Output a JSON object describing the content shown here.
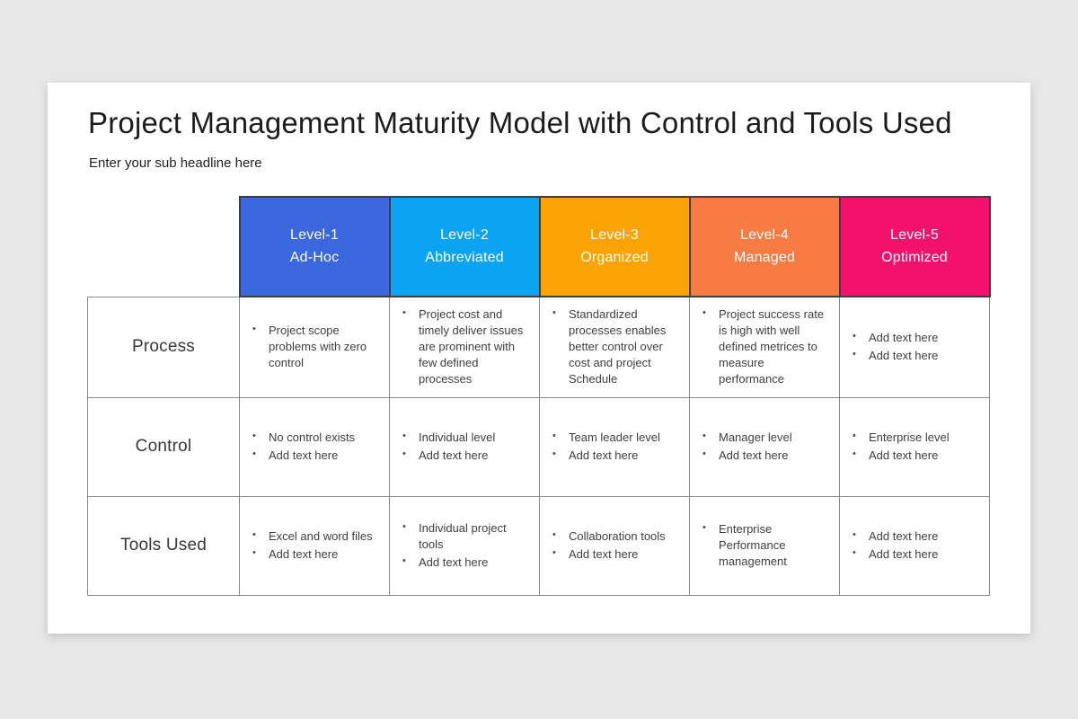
{
  "page": {
    "title": "Project Management Maturity Model with Control and Tools Used",
    "subtitle": "Enter your sub headline here"
  },
  "table": {
    "columns": [
      {
        "label": "Level-1",
        "sublabel": "Ad-Hoc",
        "color": "#3b68de"
      },
      {
        "label": "Level-2",
        "sublabel": "Abbreviated",
        "color": "#0ba4f2"
      },
      {
        "label": "Level-3",
        "sublabel": "Organized",
        "color": "#fba303"
      },
      {
        "label": "Level-4",
        "sublabel": "Managed",
        "color": "#f97b44"
      },
      {
        "label": "Level-5",
        "sublabel": "Optimized",
        "color": "#f2116b"
      }
    ],
    "rows": [
      {
        "label": "Process",
        "cells": [
          {
            "bullets": [
              "Project scope problems with zero control"
            ]
          },
          {
            "bullets": [
              "Project cost and timely deliver issues are prominent with few defined processes"
            ]
          },
          {
            "bullets": [
              "Standardized processes enables better control over cost and project Schedule"
            ]
          },
          {
            "bullets": [
              "Project success rate is high with well defined metrices to measure performance"
            ]
          },
          {
            "bullets": [
              "Add text here",
              "Add text here"
            ]
          }
        ]
      },
      {
        "label": "Control",
        "cells": [
          {
            "bullets": [
              "No control exists",
              "Add text here"
            ]
          },
          {
            "bullets": [
              "Individual level",
              "Add text here"
            ]
          },
          {
            "bullets": [
              "Team leader level",
              "Add text here"
            ]
          },
          {
            "bullets": [
              "Manager level",
              "Add text here"
            ]
          },
          {
            "bullets": [
              "Enterprise level",
              "Add text here"
            ]
          }
        ]
      },
      {
        "label": "Tools Used",
        "cells": [
          {
            "bullets": [
              "Excel and word files",
              "Add text here"
            ]
          },
          {
            "bullets": [
              "Individual project tools",
              "Add text here"
            ]
          },
          {
            "bullets": [
              "Collaboration tools",
              "Add text here"
            ]
          },
          {
            "bullets": [
              "Enterprise Performance management"
            ]
          },
          {
            "bullets": [
              "Add text here",
              "Add text here"
            ]
          }
        ]
      }
    ]
  }
}
